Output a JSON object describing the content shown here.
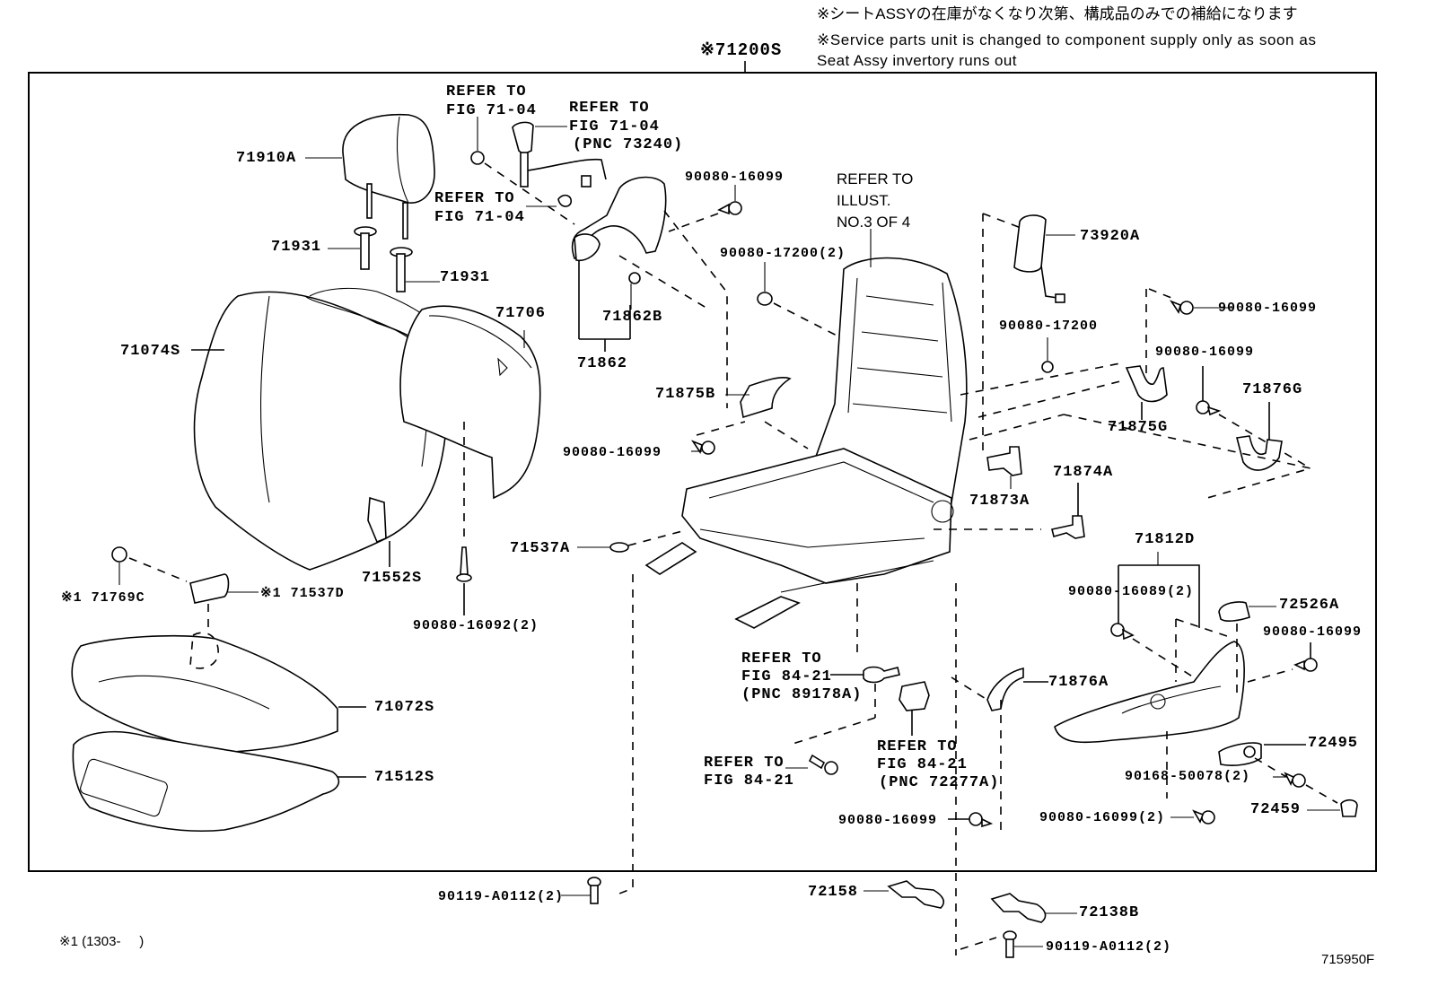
{
  "notes": {
    "jp": "※シートASSYの在庫がなくなり次第、構成品のみでの補給になります",
    "en_line1": "※Service parts unit is changed to component supply only as soon as",
    "en_line2": "Seat Assy invertory runs out"
  },
  "assembly_label": "※71200S",
  "footnote": "※1 (1303-     )",
  "figure_code": "715950F",
  "refs": {
    "refer_to": "REFER TO",
    "fig_71_04": "FIG 71-04",
    "pnc_73240": "(PNC 73240)",
    "fig_84_21": "FIG 84-21",
    "pnc_89178a": "(PNC 89178A)",
    "pnc_72277a": "(PNC 72277A)",
    "illust_line2": "ILLUST.",
    "illust_line3": "NO.3 OF 4"
  },
  "parts": {
    "p71910A": "71910A",
    "p71931a": "71931",
    "p71931b": "71931",
    "p71074S": "71074S",
    "p71706": "71706",
    "p71862B": "71862B",
    "p71862": "71862",
    "p71875B": "71875B",
    "p90080_16099_a": "90080-16099",
    "p90080_16099_b": "90080-16099",
    "p90080_16099_c": "90080-16099",
    "p90080_16099_d": "90080-16099",
    "p90080_16099_e": "90080-16099",
    "p90080_16099_f": "90080-16099",
    "p90080_16099_2": "90080-16099(2)",
    "p90080_17200_2": "90080-17200(2)",
    "p90080_17200": "90080-17200",
    "p73920A": "73920A",
    "p71875G": "71875G",
    "p71876G": "71876G",
    "p71873A": "71873A",
    "p71874A": "71874A",
    "p71537A": "71537A",
    "p71552S": "71552S",
    "p90080_16092_2": "90080-16092(2)",
    "p71769C": "※1 71769C",
    "p71537D": "※1 71537D",
    "p71072S": "71072S",
    "p71512S": "71512S",
    "p71812D": "71812D",
    "p90080_16089_2": "90080-16089(2)",
    "p72526A": "72526A",
    "p71876A": "71876A",
    "p72495": "72495",
    "p90168_50078_2": "90168-50078(2)",
    "p72459": "72459",
    "p90119_A0112_2a": "90119-A0112(2)",
    "p90119_A0112_2b": "90119-A0112(2)",
    "p72158": "72158",
    "p72138B": "72138B"
  }
}
